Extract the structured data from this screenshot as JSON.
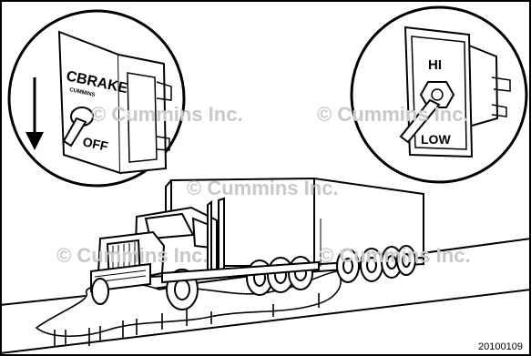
{
  "switch_left": {
    "brand_text": "CBRAKE",
    "small_text": "CUMMINS",
    "position_label": "OFF",
    "arrow": "down-arrow-icon"
  },
  "switch_right": {
    "top_label": "HI",
    "bottom_label": "LOW"
  },
  "watermarks": [
    "© Cummins Inc.",
    "© Cummins Inc.",
    "© Cummins Inc.",
    "© Cummins Inc.",
    "© Cummins Inc."
  ],
  "figure_id": "20100109"
}
